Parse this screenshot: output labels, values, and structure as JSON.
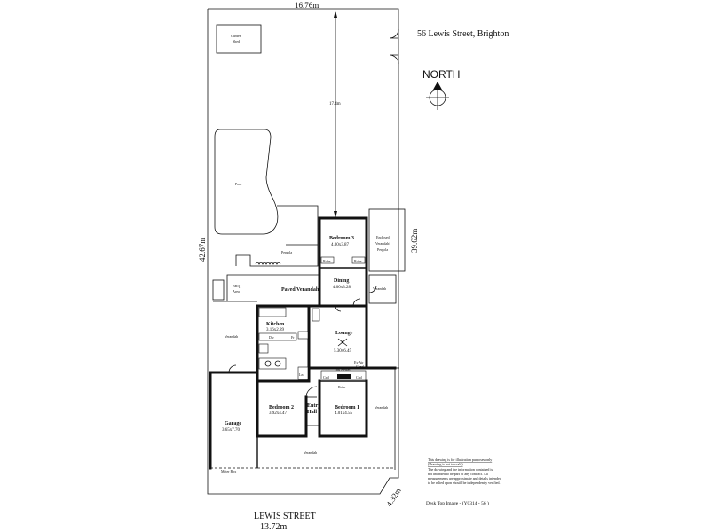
{
  "site": {
    "address": "56 Lewis Street, Brighton",
    "north_label": "NORTH",
    "street_name": "LEWIS STREET"
  },
  "dimensions": {
    "top_width": "16.76m",
    "left_depth": "42.67m",
    "right_depth": "39.62m",
    "rear_setback": "17.4m",
    "bottom_width": "13.72m",
    "corner_splay": "4.32m"
  },
  "areas": {
    "garden_shed": [
      "Garden",
      "Shed"
    ],
    "pool": "Pool",
    "pergola": "Pergola",
    "bbq": [
      "BBQ",
      "Area"
    ],
    "paved_verandah": "Paved Verandah",
    "enclosed_verandah": [
      "Enclosed",
      "Verandah/",
      "Pergola"
    ],
    "verandah": "Verandah",
    "meter_box": "Meter Box"
  },
  "rooms": {
    "bedroom3": {
      "name": "Bedroom 3",
      "size": "4.00x3.87"
    },
    "dining": {
      "name": "Dining",
      "size": "4.00x3.28"
    },
    "kitchen": {
      "name": "Kitchen",
      "size": "3.16x2.89"
    },
    "lounge": {
      "name": "Lounge",
      "size": "5.30x6.45"
    },
    "bedroom2": {
      "name": "Bedroom 2",
      "size": "3.92x4.47"
    },
    "bedroom1": {
      "name": "Bedroom 1",
      "size": "4.01x4.55"
    },
    "garage": {
      "name": "Garage",
      "size": "3.65x7.70"
    },
    "entry": [
      "Entry",
      "Hall"
    ]
  },
  "fixtures": {
    "robe": "Robe",
    "cpd": "Cpd",
    "gas_heater": "Gas Heater",
    "ev_air_cond": [
      "Ev Air",
      "Cond"
    ],
    "dw": "Dw",
    "fr": "Fr",
    "wo": "W/O",
    "ln": "Ln"
  },
  "disclaimer": [
    "This drawing is for illustration purposes only",
    "(Drawing is not to scale)",
    "The drawing and the information contained is",
    "not intended to be part of any contract. All",
    "measurements are approximate and details intended",
    "to be relied upon should be independently verified."
  ],
  "image_ref": "Desk Top Image - (Y0314 - 56 )"
}
